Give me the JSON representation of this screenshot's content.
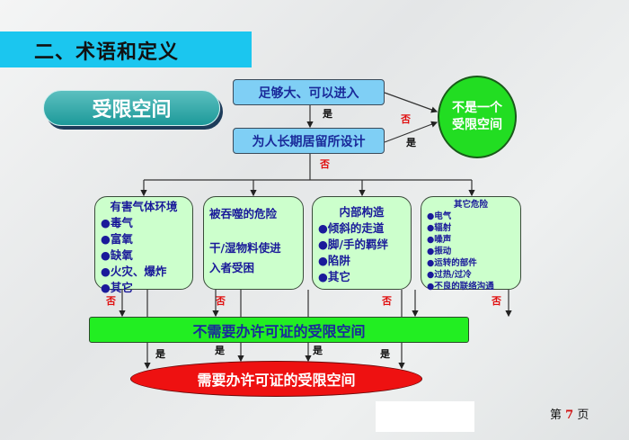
{
  "title": "二、术语和定义",
  "pill": "受限空间",
  "questions": {
    "q1": "足够大、可以进入",
    "q2": "为人长期居留所设计"
  },
  "not_confined": {
    "line1": "不是一个",
    "line2": "受限空间"
  },
  "labels": {
    "yes": "是",
    "no": "否"
  },
  "categories": [
    {
      "heading": "有害气体环境",
      "items": [
        "●毒气",
        "●富氧",
        "●缺氧",
        "●火灾、爆炸",
        "●其它"
      ]
    },
    {
      "heading": "被吞噬的危险",
      "items": [
        "干/湿物料使进",
        "入者受困"
      ]
    },
    {
      "heading": "内部构造",
      "items": [
        "●倾斜的走道",
        "●脚/手的羁绊",
        "●陷阱",
        "●其它"
      ]
    },
    {
      "heading": "其它危险",
      "items": [
        "●电气",
        "●辐射",
        "●噪声",
        "●振动",
        "●运转的部件",
        "●过热/过冷",
        "●不良的联络沟通"
      ]
    }
  ],
  "non_permit": "不需要办许可证的受限空间",
  "permit": "需要办许可证的受限空间",
  "page": {
    "prefix": "第",
    "number": "7",
    "suffix": "页"
  }
}
